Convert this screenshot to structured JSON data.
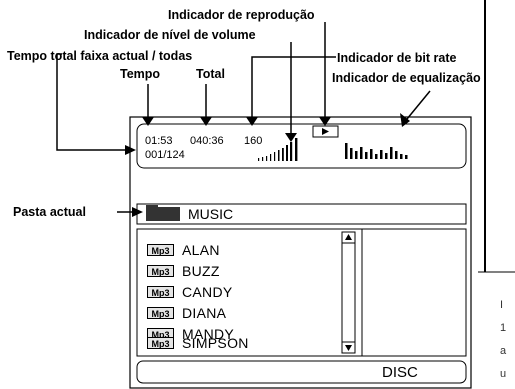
{
  "labels": {
    "reproducao": "Indicador de reprodução",
    "volume": "Indicador de nível de volume",
    "tempo_total": "Tempo total faixa actual / todas",
    "tempo": "Tempo",
    "total": "Total",
    "bitrate": "Indicador de bit rate",
    "equalizacao": "Indicador de equalização",
    "pasta": "Pasta actual"
  },
  "display": {
    "time": "01:53",
    "total_time": "040:36",
    "bitrate": "160",
    "track": "001/124",
    "folder": "MUSIC",
    "source": "DISC",
    "files": [
      {
        "type": "Mp3",
        "name": "ALAN"
      },
      {
        "type": "Mp3",
        "name": "BUZZ"
      },
      {
        "type": "Mp3",
        "name": "CANDY"
      },
      {
        "type": "Mp3",
        "name": "DIANA"
      },
      {
        "type": "Mp3",
        "name": "MANDY"
      },
      {
        "type": "Mp3",
        "name": "SIMPSON"
      }
    ]
  },
  "margin": {
    "line1": "I",
    "line2": "1",
    "line3": "a",
    "line4": "u"
  }
}
